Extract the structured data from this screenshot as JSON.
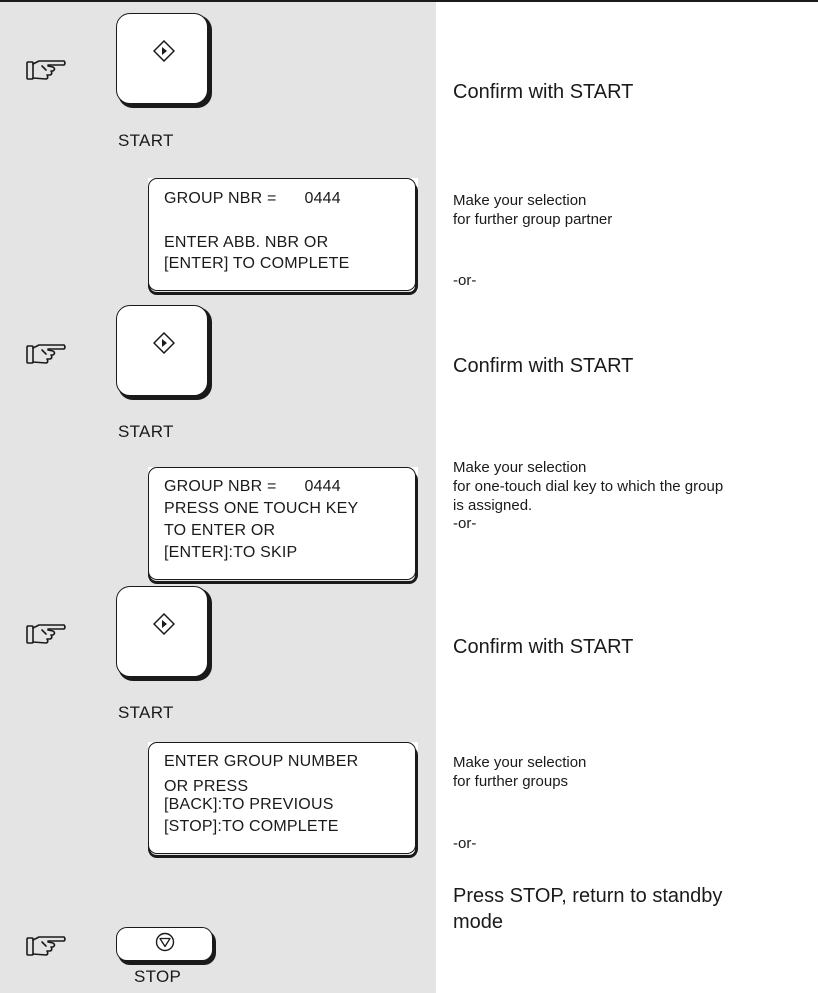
{
  "steps": {
    "start_key_label": "START",
    "stop_key_label": "STOP"
  },
  "display1": {
    "line1": "GROUP NBR =      0444",
    "line2": "ENTER ABB. NBR OR",
    "line3": "[ENTER] TO COMPLETE"
  },
  "display2": {
    "line1": "GROUP NBR =      0444",
    "line2": "PRESS ONE TOUCH KEY",
    "line3": "TO ENTER OR",
    "line4": "[ENTER]:TO SKIP"
  },
  "display3": {
    "line1": "ENTER GROUP NUMBER",
    "line2": "OR PRESS",
    "line3": "[BACK]:TO PREVIOUS",
    "line4": "[STOP]:TO COMPLETE"
  },
  "instructions": {
    "confirm1": "Confirm with START",
    "select1_line1": "Make your selection",
    "select1_line2": "for further group partner",
    "or1": "-or-",
    "confirm2": "Confirm with START",
    "select2_line1": "Make your selection",
    "select2_line2": "for one-touch dial key to which the group",
    "select2_line3": "is assigned.",
    "or2": "-or-",
    "confirm3": "Confirm with START",
    "select3_line1": "Make your selection",
    "select3_line2": "for further groups",
    "or3": "-or-",
    "stop_line1": "Press STOP, return to standby",
    "stop_line2": "mode"
  },
  "icons": {
    "pointing_hand": "pointing-hand-icon",
    "start_symbol": "start-diamond-icon",
    "stop_symbol": "stop-triangle-icon"
  }
}
